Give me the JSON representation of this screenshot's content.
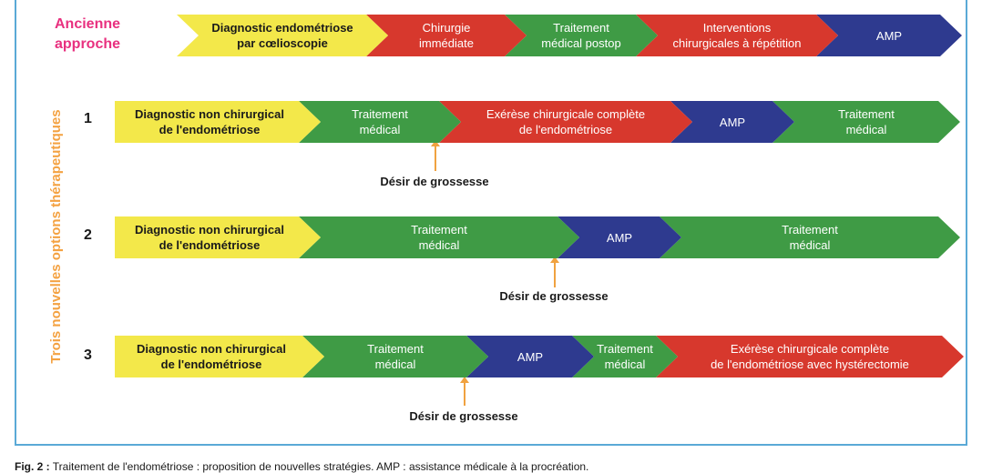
{
  "header": {
    "line1": "Ancienne",
    "line2": "approche"
  },
  "vertical_label": "Trois nouvelles options thérapeutiques",
  "old_approach": [
    {
      "label": "Diagnostic endométriose\npar cœlioscopie",
      "color": "yellow"
    },
    {
      "label": "Chirurgie\nimmédiate",
      "color": "red"
    },
    {
      "label": "Traitement\nmédical postop",
      "color": "green"
    },
    {
      "label": "Interventions\nchirurgicales à répétition",
      "color": "red"
    },
    {
      "label": "AMP",
      "color": "navy"
    }
  ],
  "options": [
    {
      "number": "1",
      "segments": [
        {
          "label": "Diagnostic non chirurgical\nde l'endométriose",
          "color": "yellow"
        },
        {
          "label": "Traitement\nmédical",
          "color": "green"
        },
        {
          "label": "Exérèse chirurgicale complète\nde l'endométriose",
          "color": "red"
        },
        {
          "label": "AMP",
          "color": "navy"
        },
        {
          "label": "Traitement\nmédical",
          "color": "green"
        }
      ],
      "marker": "Désir de grossesse"
    },
    {
      "number": "2",
      "segments": [
        {
          "label": "Diagnostic non chirurgical\nde l'endométriose",
          "color": "yellow"
        },
        {
          "label": "Traitement\nmédical",
          "color": "green"
        },
        {
          "label": "AMP",
          "color": "navy"
        },
        {
          "label": "Traitement\nmédical",
          "color": "green"
        }
      ],
      "marker": "Désir de grossesse"
    },
    {
      "number": "3",
      "segments": [
        {
          "label": "Diagnostic non chirurgical\nde l'endométriose",
          "color": "yellow"
        },
        {
          "label": "Traitement\nmédical",
          "color": "green"
        },
        {
          "label": "AMP",
          "color": "navy"
        },
        {
          "label": "Traitement\nmédical",
          "color": "green"
        },
        {
          "label": "Exérèse chirurgicale complète\nde l'endométriose avec hystérectomie",
          "color": "red"
        }
      ],
      "marker": "Désir de grossesse"
    }
  ],
  "caption": {
    "label": "Fig. 2 :",
    "text": " Traitement de l'endométriose : proposition de nouvelles stratégies. AMP : assistance médicale à la procréation."
  }
}
